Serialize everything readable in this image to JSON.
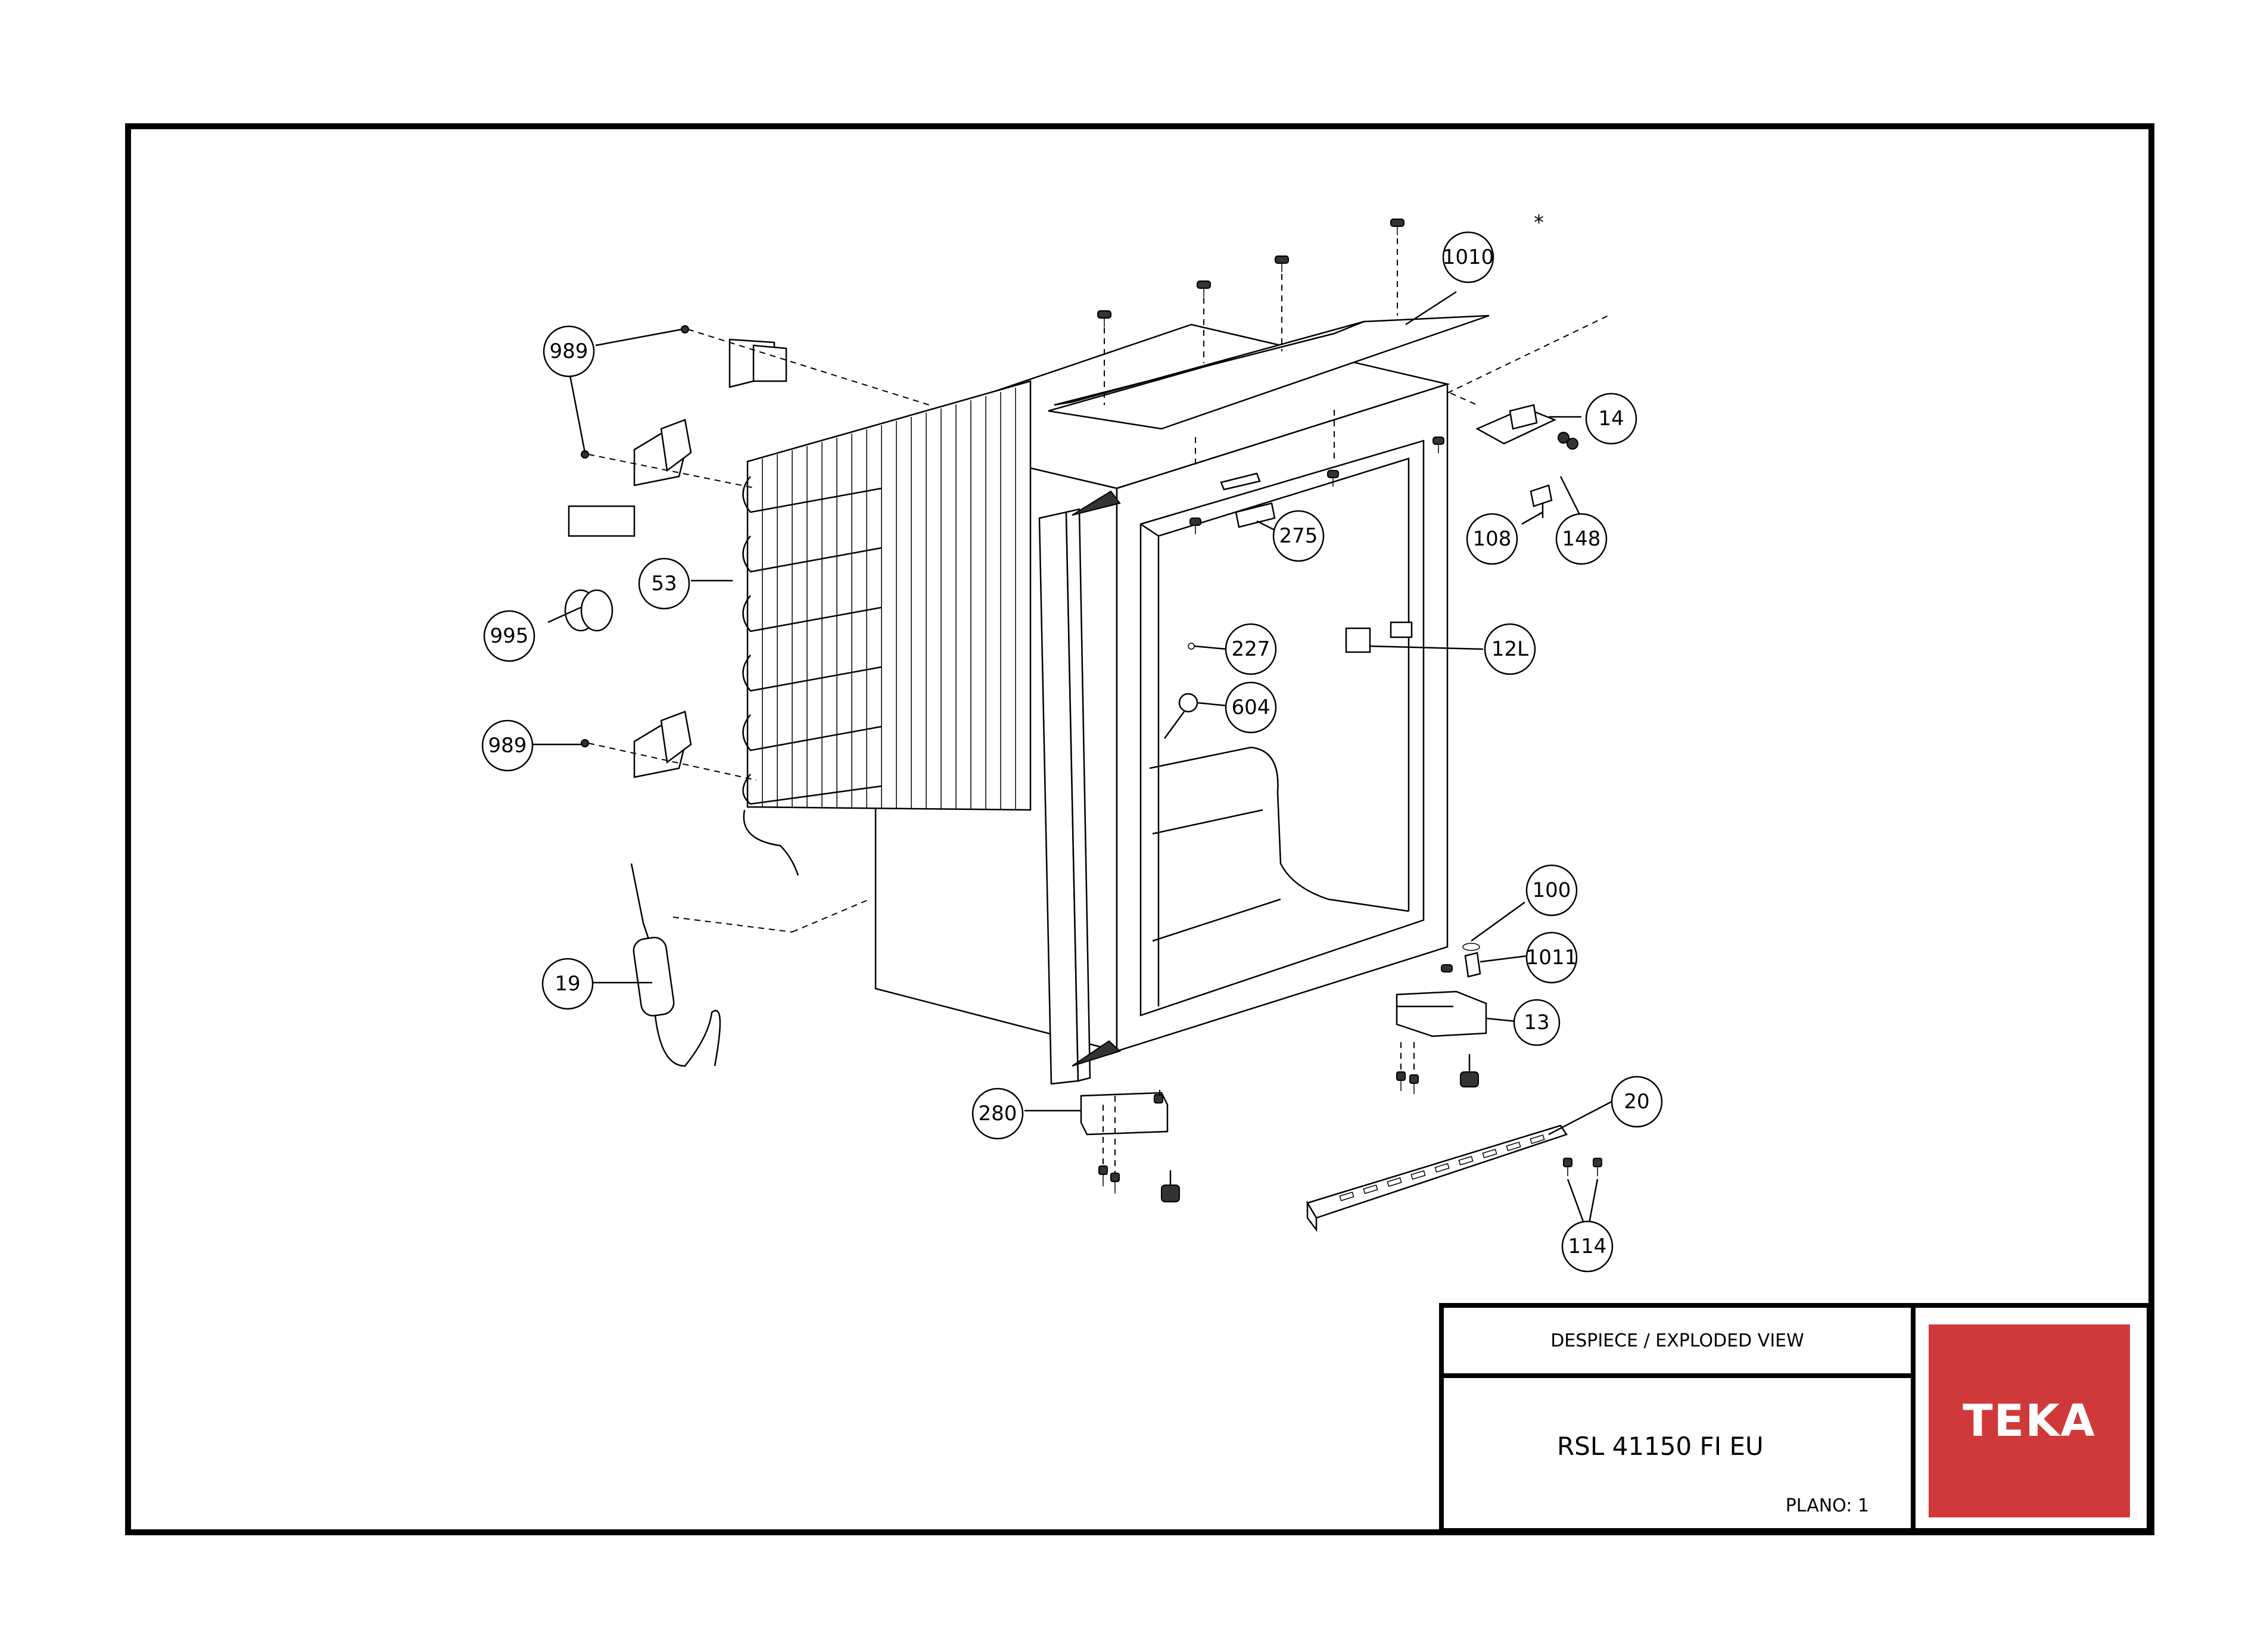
{
  "title_block": {
    "title": "DESPIECE / EXPLODED VIEW",
    "model": "RSL 41150 FI EU",
    "plano": "PLANO: 1",
    "logo": "TEKA",
    "logo_color": "#d0393a"
  },
  "callouts": {
    "c1010": "1010",
    "asterisk": "*",
    "c989a": "989",
    "c14": "14",
    "c275": "275",
    "c108": "108",
    "c148": "148",
    "c53": "53",
    "c995": "995",
    "c227": "227",
    "c12L": "12L",
    "c604": "604",
    "c989b": "989",
    "c100": "100",
    "c1011": "1011",
    "c19": "19",
    "c13": "13",
    "c280": "280",
    "c20": "20",
    "c114": "114"
  }
}
